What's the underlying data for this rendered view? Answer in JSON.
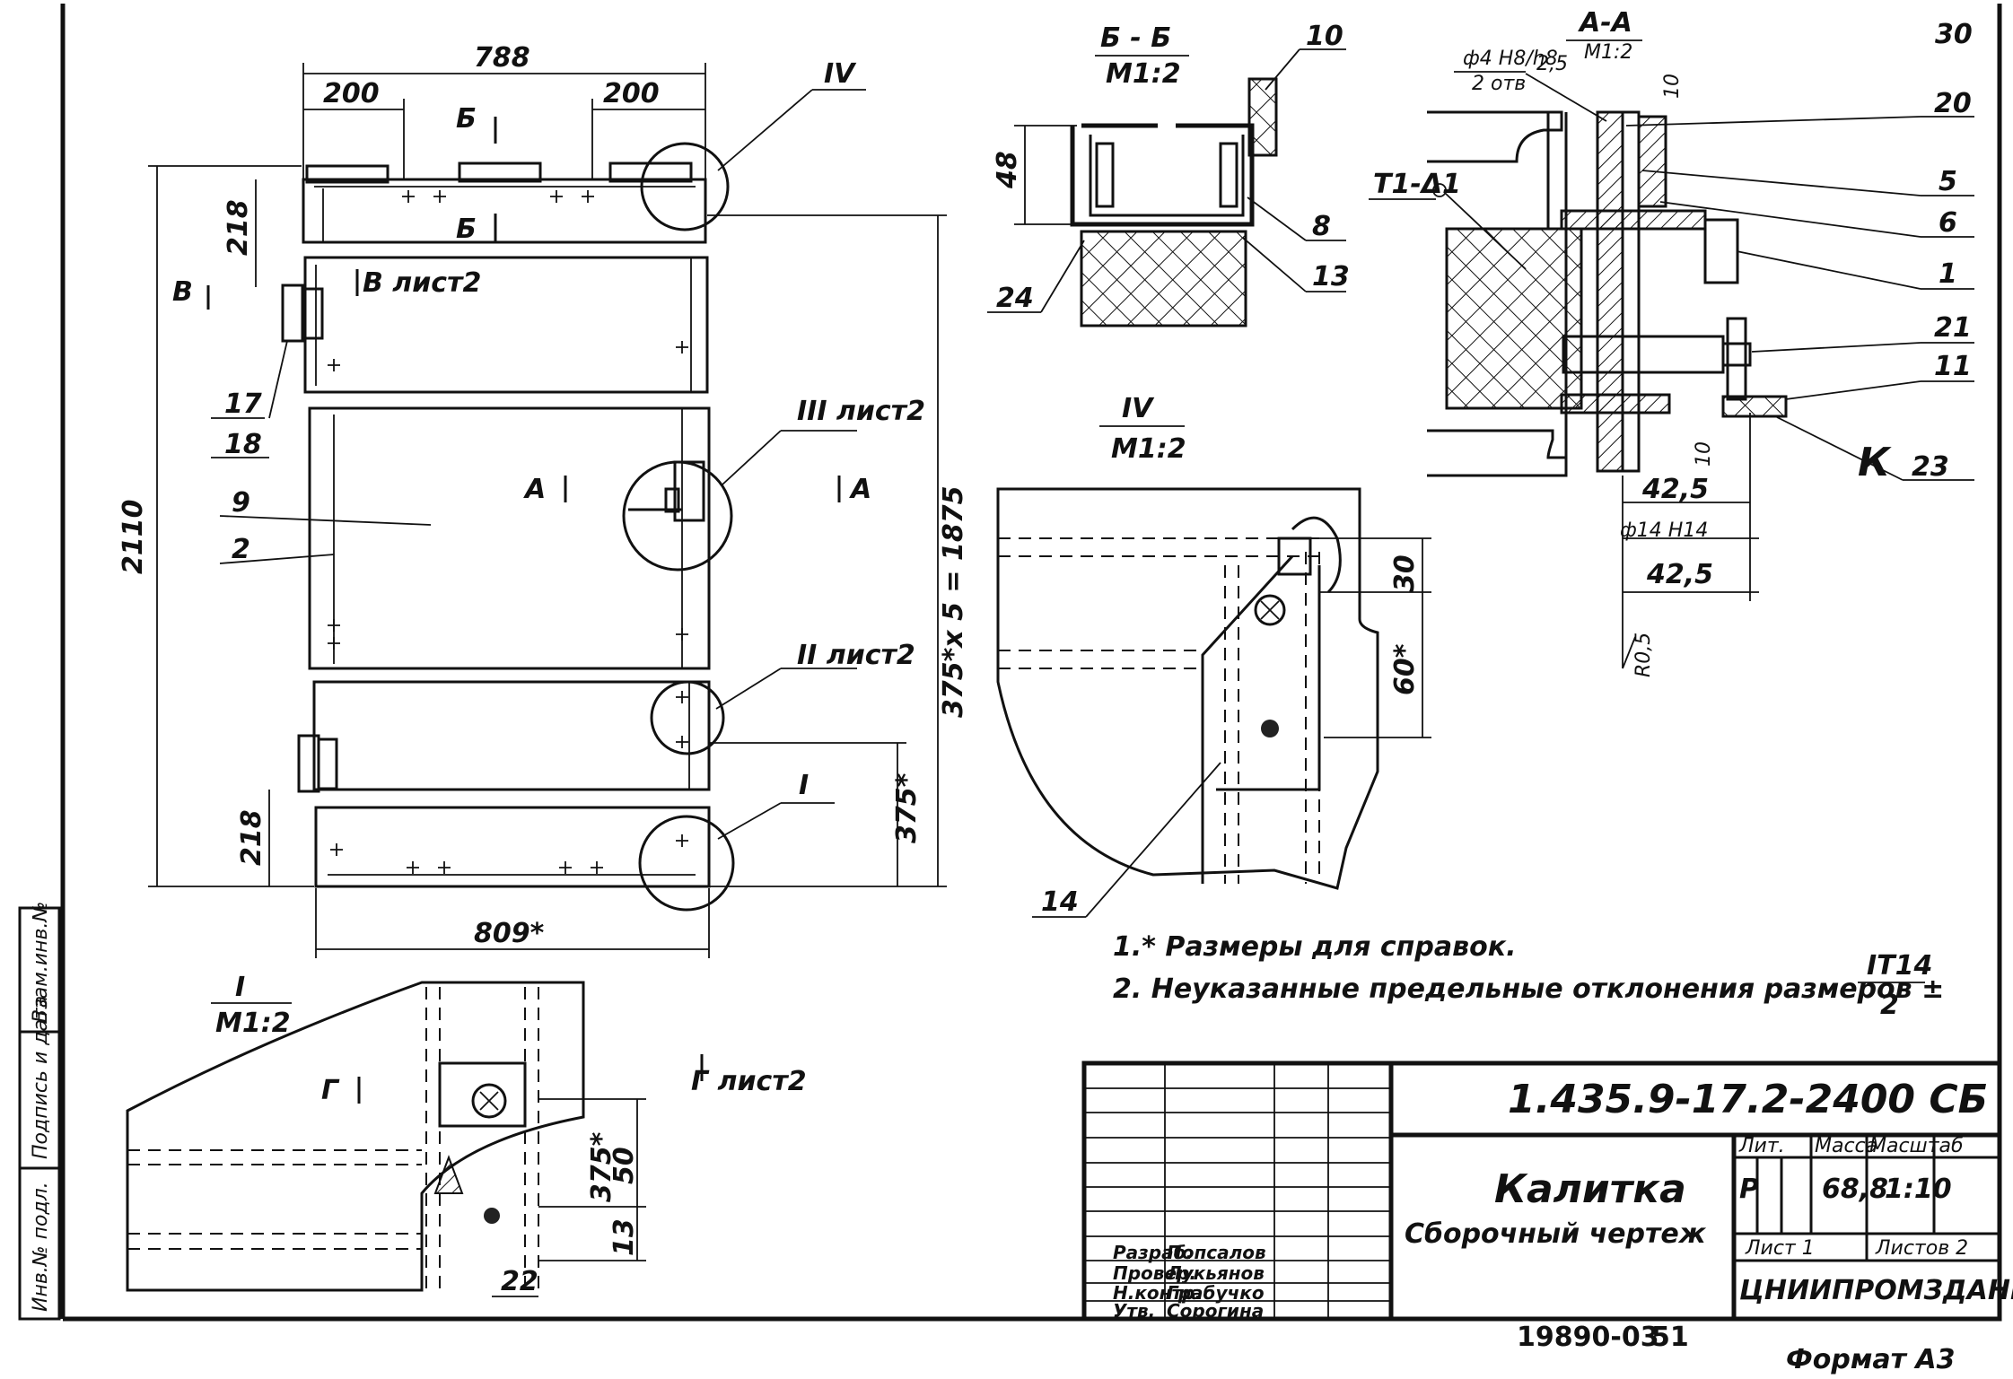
{
  "page_number": "30",
  "stamp": {
    "text": "Ф о р м а т  А 3"
  },
  "footer": {
    "doc_code": "19890-03",
    "sheet_ref": "51"
  },
  "format_note": "Формат А3",
  "main_view": {
    "width_dim": "788",
    "sub_left": "200",
    "sub_right": "200",
    "height_dim": "2110",
    "top_panel": "218",
    "bottom_panel": "218",
    "series_dim": "375*х 5 = 1875",
    "hinge_offset": "375*",
    "bottom_width": "809*",
    "callouts": [
      "9",
      "2",
      "17",
      "18"
    ],
    "sections": {
      "b": "Б",
      "v": "В",
      "v_ref": "В лист2",
      "a": "А"
    },
    "nodes": {
      "IV": "IV",
      "III": "III лист2",
      "II": "II лист2",
      "I": "I"
    }
  },
  "section_bb": {
    "title": "Б - Б",
    "scale": "М1:2",
    "dim": "48",
    "callouts": [
      "10",
      "8",
      "13",
      "24"
    ]
  },
  "section_aa": {
    "title": "А-А",
    "scale": "М1:2",
    "hole_note": "ф4 Н8/h8",
    "hole_count": "2 отв",
    "dim_top": "2,5",
    "dim_gap": "10",
    "dim_gap2": "10",
    "dim_dia": "ф14 Н14",
    "dim_width": "42,5",
    "dim_angle": "R0,5",
    "label_t": "Т1-Δ1",
    "callouts": [
      "20",
      "5",
      "6",
      "1",
      "21",
      "11",
      "23"
    ],
    "label_k": "К"
  },
  "node_iv": {
    "title": "IV",
    "scale": "М1:2",
    "dim_a": "30",
    "dim_b": "60*",
    "callout": "14"
  },
  "node_i": {
    "title": "I",
    "scale": "М1:2",
    "section_g": "Г",
    "section_g_ref": "Г лист2",
    "dim_a": "375*",
    "dim_b": "50",
    "dim_c": "13",
    "dim_d": "22"
  },
  "notes": [
    "1.* Размеры для справок.",
    "2. Неуказанные предельные отклонения размеров ±",
    "IT14",
    "2"
  ],
  "title_block": {
    "designation": "1.435.9-17.2-2400 СБ",
    "name": "Калитка",
    "doc_type": "Сборочный чертеж",
    "lit_label": "Лит.",
    "mass_label": "Масса",
    "scale_label": "Масштаб",
    "lit": "Р",
    "mass": "68,8",
    "scale": "1:10",
    "sheet": "Лист 1",
    "sheets": "Листов 2",
    "org": "ЦНИИПРОМЗДАНИЙ",
    "roles": [
      {
        "role": "Разраб.",
        "name": "Попсалов"
      },
      {
        "role": "Провер.",
        "name": "Лукьянов"
      },
      {
        "role": "Н.контр.",
        "name": "Грабучко"
      },
      {
        "role": "Утв.",
        "name": "Сорогина"
      }
    ]
  },
  "side_stamp": {
    "col1": "Инв.№ подл.",
    "col2": "Подпись и дата",
    "col3": "Взам.инв.№"
  }
}
